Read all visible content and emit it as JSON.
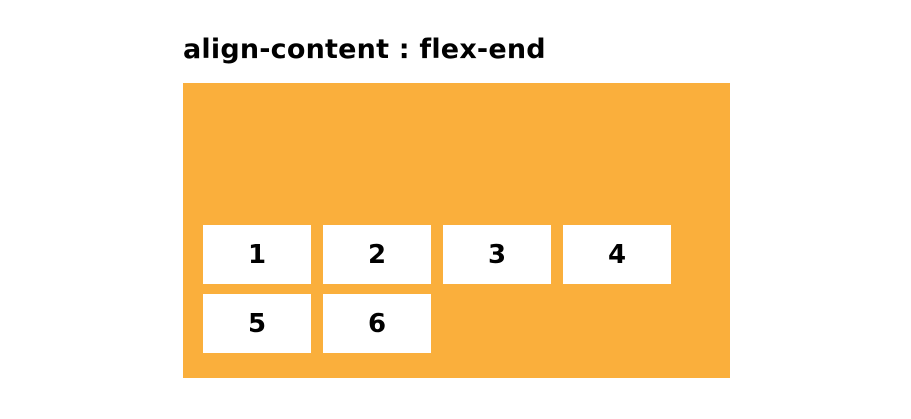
{
  "title": "align-content : flex-end",
  "colors": {
    "container_background": "#faaf3c",
    "item_background": "#ffffff",
    "item_text": "#000000",
    "page_background": "#ffffff",
    "title_text": "#000000"
  },
  "container": {
    "property": "align-content",
    "value": "flex-end",
    "flex_wrap": "wrap"
  },
  "items": [
    {
      "label": "1"
    },
    {
      "label": "2"
    },
    {
      "label": "3"
    },
    {
      "label": "4"
    },
    {
      "label": "5"
    },
    {
      "label": "6"
    }
  ]
}
